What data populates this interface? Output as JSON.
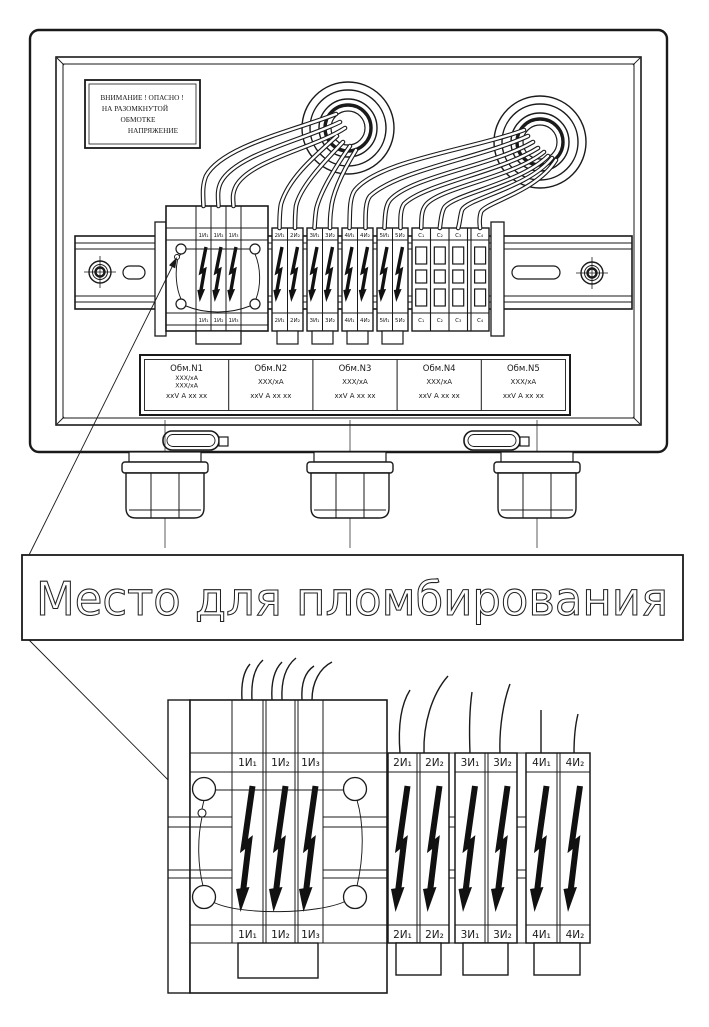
{
  "warning": {
    "l1": "ВНИМАНИЕ ! ОПАСНО !",
    "l2": "НА РАЗОМКНУТОЙ",
    "l3": "ОБМОТКЕ",
    "l4": "НАПРЯЖЕНИЕ"
  },
  "strip": {
    "g1": {
      "t1": "1И₁",
      "t2": "1И₂",
      "t3": "1И₃"
    },
    "g2": {
      "t1": "2И₁",
      "t2": "2И₂"
    },
    "g3": {
      "t1": "3И₁",
      "t2": "3И₂"
    },
    "g4": {
      "t1": "4И₁",
      "t2": "4И₂"
    },
    "g5": {
      "t1": "5И₁",
      "t2": "5И₂"
    },
    "gc": {
      "t1": "С₁",
      "t2": "С₂",
      "t3": "С₃",
      "t4": "С₄"
    }
  },
  "table": {
    "columns": [
      {
        "title": "Обм.N1",
        "r1": "XXX/хА",
        "r2": "XXX/хА",
        "r3": "xxV А xx xx"
      },
      {
        "title": "Обм.N2",
        "r1": "XXX/хА",
        "r2": "xxV А xx xx"
      },
      {
        "title": "Обм.N3",
        "r1": "XXX/хА",
        "r2": "xxV А xx xx"
      },
      {
        "title": "Обм.N4",
        "r1": "XXX/хА",
        "r2": "xxV А xx xx"
      },
      {
        "title": "Обм.N5",
        "r1": "XXX/хА",
        "r2": "xxV А xx xx"
      }
    ]
  },
  "callout": {
    "text": "Место для пломбирования"
  },
  "detail": {
    "g1": {
      "t1": "1И₁",
      "t2": "1И₂",
      "t3": "1И₃"
    },
    "g2": {
      "t1": "2И₁",
      "t2": "2И₂"
    },
    "g3": {
      "t1": "3И₁",
      "t2": "3И₂"
    },
    "g4": {
      "t1": "4И₁",
      "t2": "4И₂"
    }
  }
}
